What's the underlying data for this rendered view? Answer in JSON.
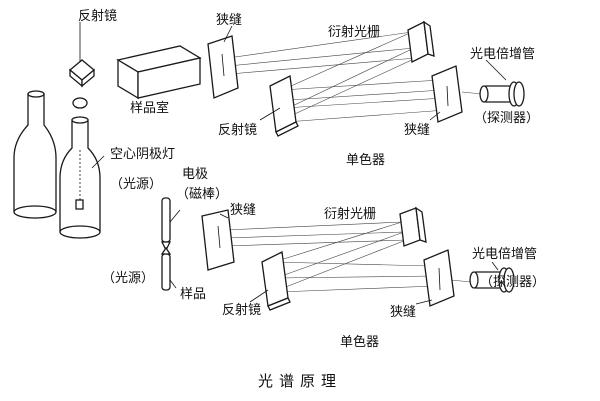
{
  "upper": {
    "reflector": "反射镜",
    "slit_entrance": "狭缝",
    "grating": "衍射光栅",
    "pmt": "光电倍增管",
    "detector": "（探测器）",
    "sample_chamber": "样品室",
    "lamp": "空心阴极灯",
    "source": "（光源）",
    "mirror2": "反射镜",
    "slit_exit": "狭缝",
    "mono": "单色器"
  },
  "lower": {
    "electrode": "电极",
    "magnet": "（磁棒）",
    "slit_entrance": "狭缝",
    "grating": "衍射光栅",
    "pmt": "光电倍增管",
    "detector": "（探测器）",
    "source": "（光源）",
    "sample": "样品",
    "mirror": "反射镜",
    "slit_exit": "狭缝",
    "mono": "单色器"
  },
  "caption": "光谱原理"
}
